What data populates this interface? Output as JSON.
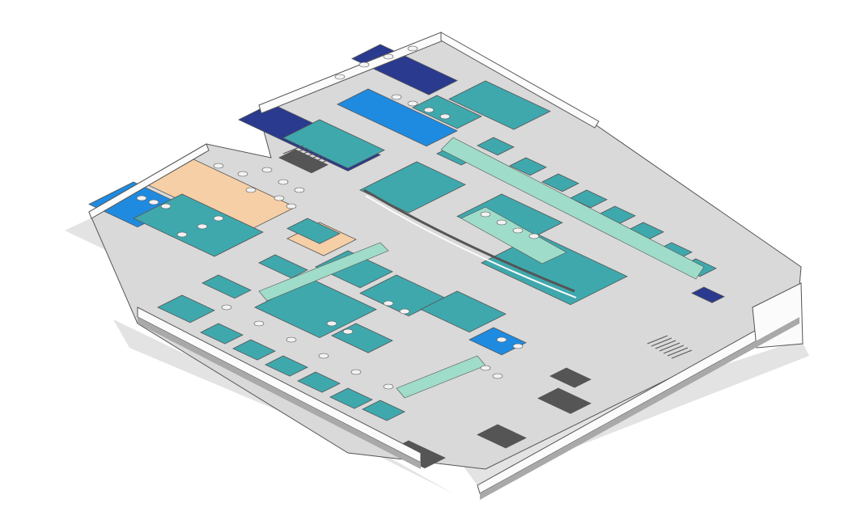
{
  "palette": {
    "background": "#ffffff",
    "shadow": "#e3e3e3",
    "floor": "#d9d9d9",
    "wall_top": "#fbfbfb",
    "wall_side": "#a9a9a9",
    "outline": "#555555",
    "room_teal": "#3fa8ad",
    "room_teal_dark": "#2f8f96",
    "corridor_mint": "#9fdcc9",
    "room_peach": "#f6cfa6",
    "room_navy": "#2a3a8f",
    "room_blue": "#1f8be0",
    "room_gray": "#555555",
    "furniture": "#f2f2f2"
  },
  "zones": [
    {
      "kind": "conference-room",
      "color": "room_blue"
    },
    {
      "kind": "lab-room",
      "color": "room_teal"
    },
    {
      "kind": "dining-area",
      "color": "room_peach"
    },
    {
      "kind": "office-area",
      "color": "room_navy"
    },
    {
      "kind": "corridor",
      "color": "corridor_mint"
    },
    {
      "kind": "ward-room",
      "color": "room_teal"
    },
    {
      "kind": "service-room",
      "color": "room_gray"
    }
  ]
}
